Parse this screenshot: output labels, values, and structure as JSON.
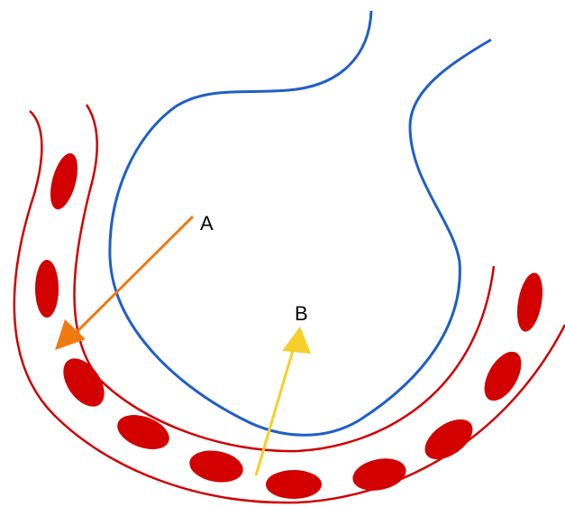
{
  "labels": {
    "a": "A",
    "b": "B"
  },
  "colors": {
    "background": "#ffffff",
    "capillary_wall": "#d00000",
    "red_blood_cell": "#d30000",
    "alveolus_outline": "#1f5fc8",
    "arrow_a": "#f07a12",
    "arrow_b": "#f5cf2a"
  },
  "elements": {
    "alveolus": "alveolus-outline",
    "capillary": "capillary-vessel",
    "cells": "red-blood-cell",
    "arrows": [
      "arrow-a",
      "arrow-b"
    ]
  }
}
